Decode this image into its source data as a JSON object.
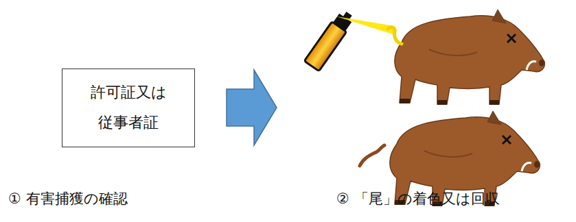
{
  "diagram": {
    "nodes": [
      {
        "text": [
          "許可証又は 従事者証"
        ]
      }
    ],
    "labels": [
      "① 有害捕獲の確認",
      "② 「尾」の着色又は回収"
    ]
  }
}
